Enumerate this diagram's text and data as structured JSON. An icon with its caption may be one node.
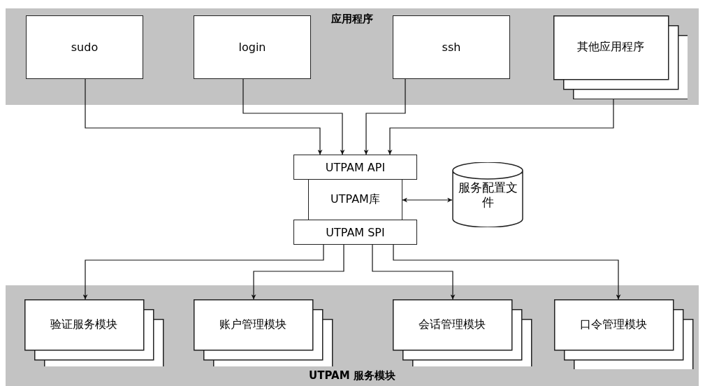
{
  "diagram": {
    "nodes": [
      {
        "text": [
          "应用程序"
        ]
      },
      {
        "text": [
          "sudo"
        ],
        "in": 0
      },
      {
        "text": [
          "login"
        ],
        "in": 0
      },
      {
        "text": [
          "ssh"
        ],
        "in": 0
      },
      {
        "text": [
          "其他应用程序"
        ],
        "in": 0
      },
      {
        "text": [
          "UTPAM API"
        ]
      },
      {
        "text": [
          "UTPAM库"
        ]
      },
      {
        "text": [
          "UTPAM SPI"
        ]
      },
      {
        "text": [
          "服务配置文件"
        ]
      },
      {
        "text": [
          "UTPAM 服务模块"
        ]
      },
      {
        "text": [
          "验证服务模块"
        ],
        "in": 9
      },
      {
        "text": [
          "账户管理模块"
        ],
        "in": 9
      },
      {
        "text": [
          "会话管理模块"
        ],
        "in": 9
      },
      {
        "text": [
          "口令管理模块"
        ],
        "in": 9
      }
    ],
    "edges": [
      {
        "from": 1,
        "to": 5,
        "arrow": "to"
      },
      {
        "from": 2,
        "to": 5,
        "arrow": "to"
      },
      {
        "from": 3,
        "to": 5,
        "arrow": "to"
      },
      {
        "from": 4,
        "to": 5,
        "arrow": "to"
      },
      {
        "from": 6,
        "to": 8,
        "arrow": "both"
      },
      {
        "from": 7,
        "to": 10,
        "arrow": "to"
      },
      {
        "from": 7,
        "to": 11,
        "arrow": "to"
      },
      {
        "from": 7,
        "to": 12,
        "arrow": "to"
      },
      {
        "from": 7,
        "to": 13,
        "arrow": "to"
      }
    ]
  }
}
